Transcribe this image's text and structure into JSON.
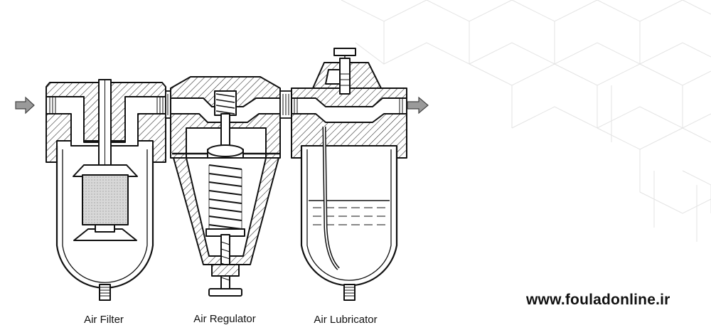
{
  "labels": {
    "air_filter": "Air Filter",
    "air_regulator": "Air Regulator",
    "air_lubricator": "Air Lubricator"
  },
  "website": "www.fouladonline.ir",
  "colors": {
    "line": "#111111",
    "hatch": "#222222",
    "flow_arrow": "#9a9a9a",
    "background_pattern": "#e3e3e3",
    "filter_element": "#d8d8d8"
  },
  "icons": [
    "inlet-arrow-icon",
    "outlet-arrow-icon"
  ]
}
